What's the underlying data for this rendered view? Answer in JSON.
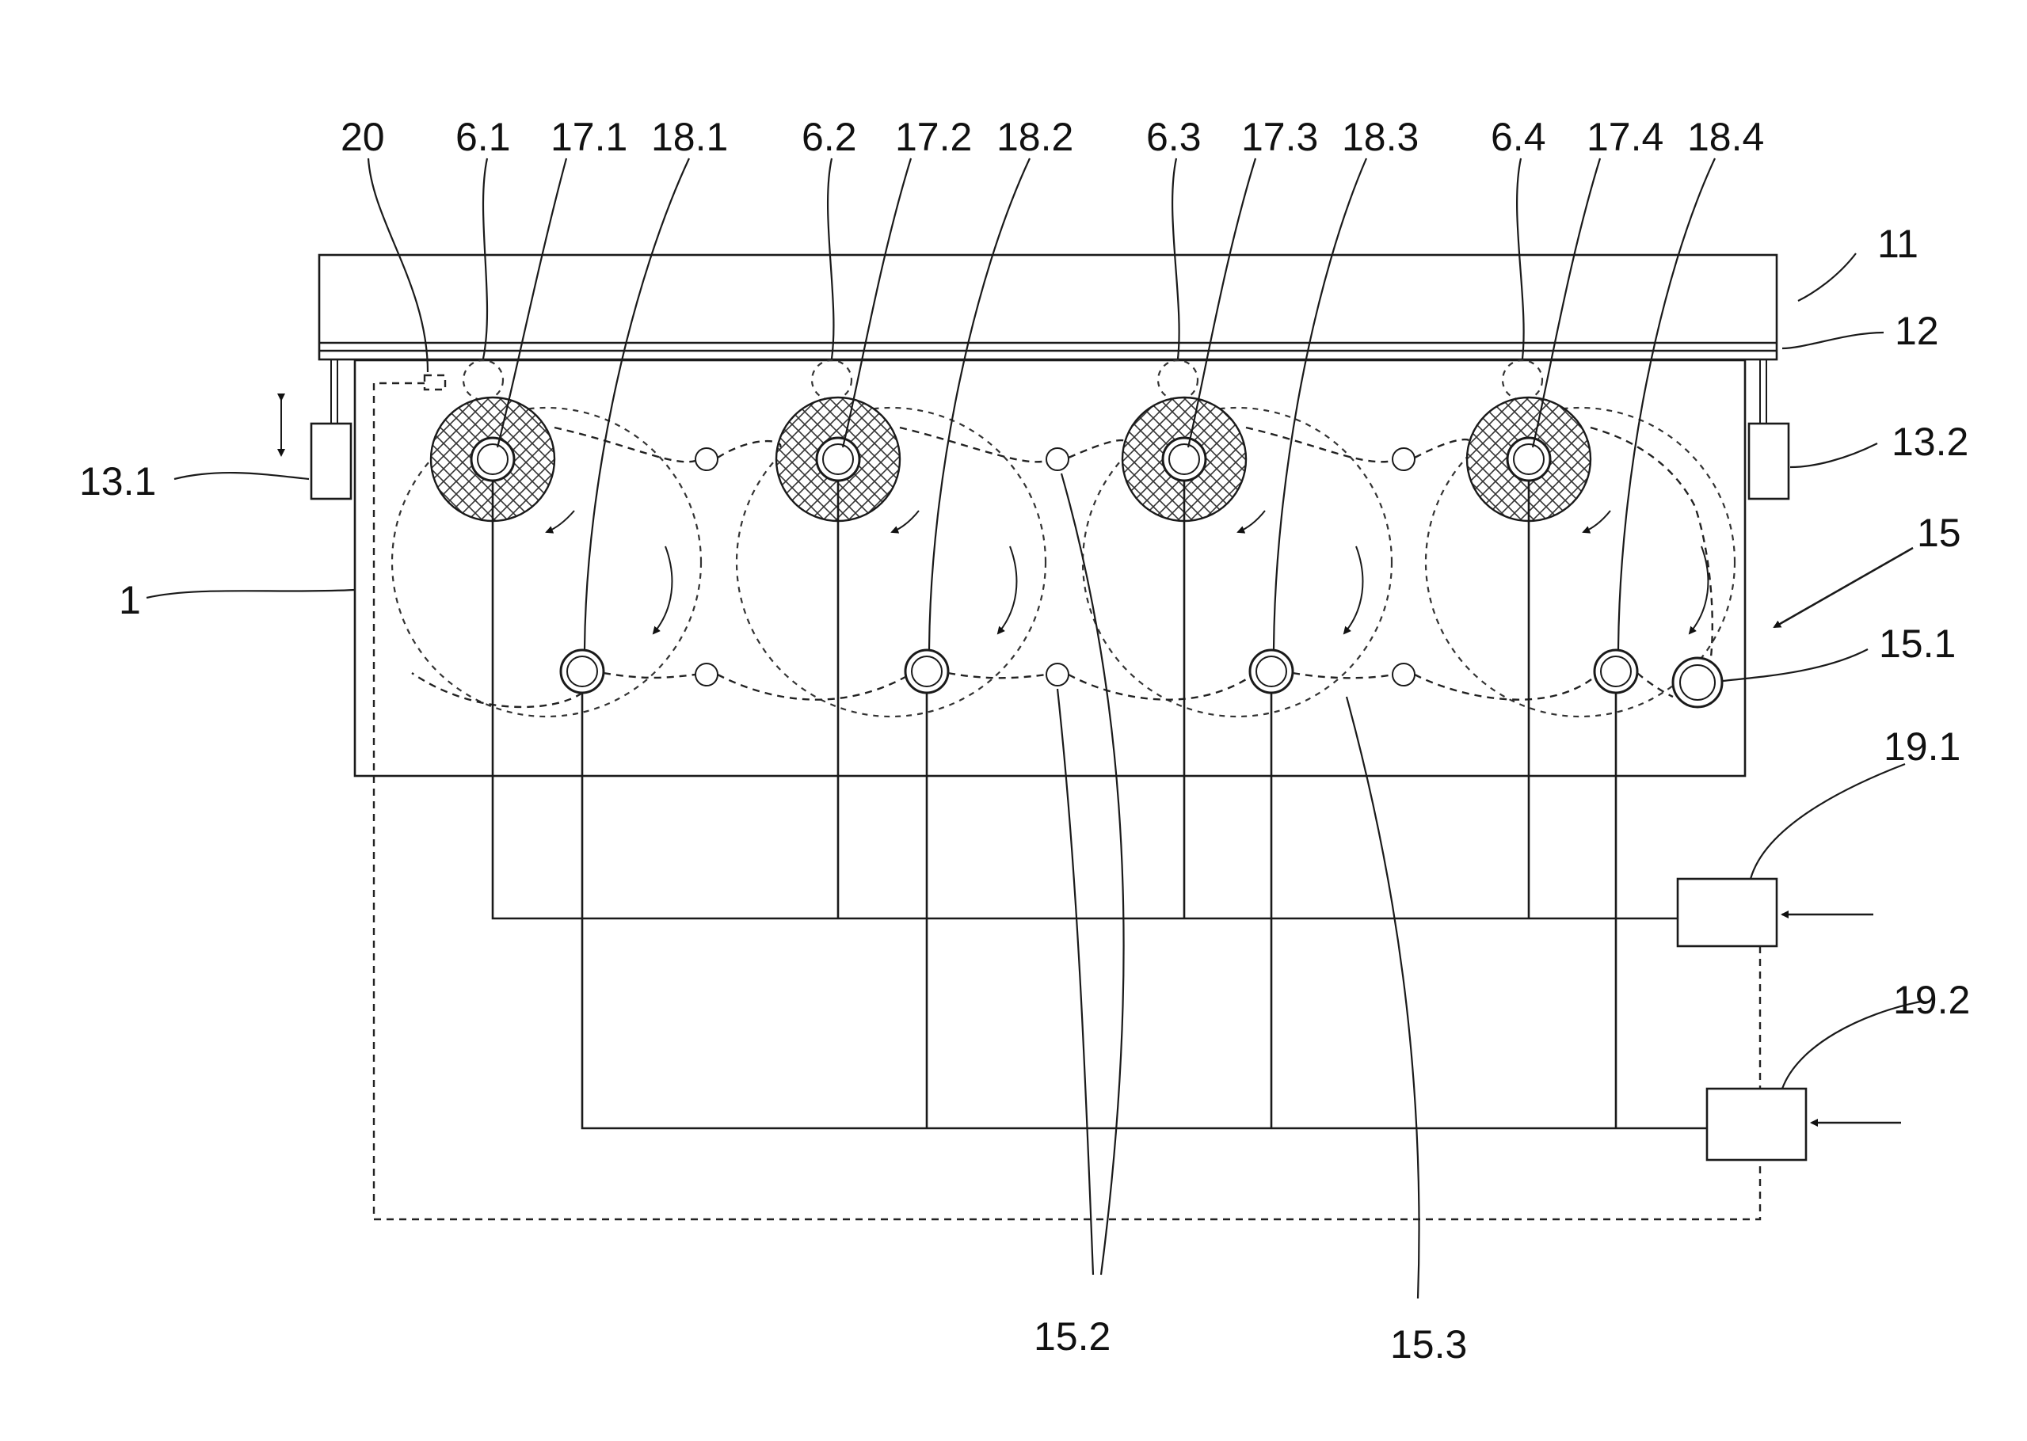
{
  "labels": {
    "l_20": "20",
    "l_6_1": "6.1",
    "l_17_1": "17.1",
    "l_18_1": "18.1",
    "l_6_2": "6.2",
    "l_17_2": "17.2",
    "l_18_2": "18.2",
    "l_6_3": "6.3",
    "l_17_3": "17.3",
    "l_18_3": "18.3",
    "l_6_4": "6.4",
    "l_17_4": "17.4",
    "l_18_4": "18.4",
    "l_11": "11",
    "l_12": "12",
    "l_13_1": "13.1",
    "l_13_2": "13.2",
    "l_15": "15",
    "l_1": "1",
    "l_15_1": "15.1",
    "l_19_1": "19.1",
    "l_19_2": "19.2",
    "l_15_2": "15.2",
    "l_15_3": "15.3"
  }
}
